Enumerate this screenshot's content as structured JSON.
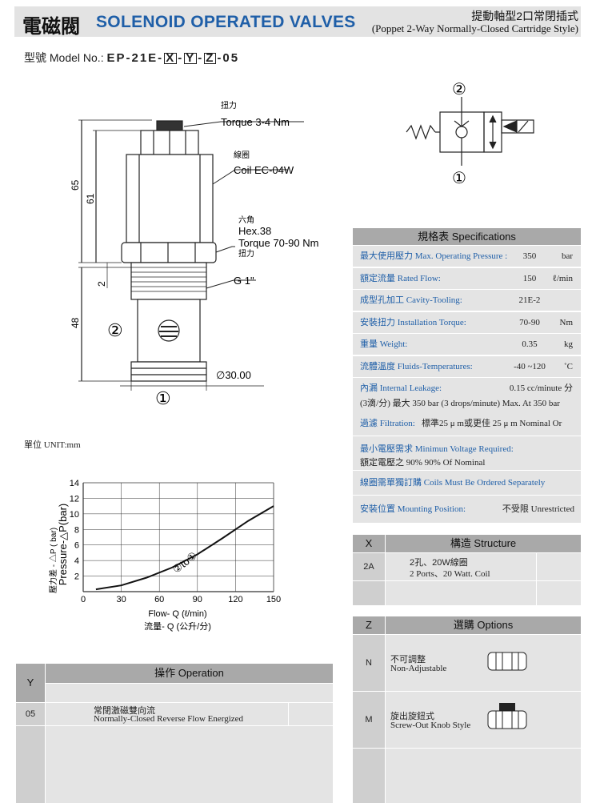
{
  "header": {
    "title_cn": "電磁閥",
    "title_en": "SOLENOID OPERATED VALVES",
    "subtitle_cn": "提動軸型2口常閉插式",
    "subtitle_en": "(Poppet 2-Way Normally-Closed Cartridge Style)"
  },
  "model": {
    "label": "型號 Model No.:",
    "prefix": "EP-21E-",
    "x": "X",
    "y": "Y",
    "z": "Z",
    "suffix": "-05"
  },
  "drawing": {
    "torque_cn": "扭力",
    "torque_en": "Torque 3-4 Nm",
    "coil_cn": "線圈",
    "coil_en": "Coil EC-04W",
    "hex_cn": "六角",
    "hex_en": "Hex.38",
    "hex_torque_en": "Torque 70-90 Nm",
    "hex_torque_cn": "扭力",
    "thread": "G 1\"",
    "diameter": "∅30.00",
    "dim_65": "65",
    "dim_61": "61",
    "dim_2": "2",
    "dim_48": "48",
    "port2": "②",
    "port1": "①"
  },
  "symbol": {
    "port2": "②",
    "port1": "①"
  },
  "unit_label": "單位 UNIT:mm",
  "chart_data": {
    "type": "line",
    "ylabel_cn": "壓力差 - △P ( bar)",
    "ylabel_en": "Pressure-△P(bar)",
    "xlabel_en": "Flow- Q (ℓ/min)",
    "xlabel_cn": "流量- Q (公升/分)",
    "annotation": "②to①",
    "xlim": [
      0,
      150
    ],
    "ylim": [
      0,
      14
    ],
    "x_ticks": [
      "0",
      "30",
      "60",
      "90",
      "120",
      "150"
    ],
    "y_ticks": [
      "2",
      "4",
      "6",
      "8",
      "10",
      "12",
      "14"
    ],
    "series": [
      {
        "x": [
          10,
          30,
          50,
          70,
          90,
          110,
          130,
          150
        ],
        "y": [
          0.3,
          0.8,
          1.8,
          3.1,
          4.8,
          6.9,
          9.1,
          11.0
        ]
      }
    ]
  },
  "specs": {
    "title": "規格表 Specifications",
    "rows": [
      {
        "label": "最大使用壓力 Max. Operating Pressure :",
        "value": "350",
        "unit": "bar"
      },
      {
        "label": "額定流量 Rated Flow:",
        "value": "150",
        "unit": "ℓ/min"
      },
      {
        "label": "成型孔加工 Cavity-Tooling:",
        "value": "21E-2",
        "unit": ""
      },
      {
        "label": "安裝扭力 Installation Torque:",
        "value": "70-90",
        "unit": "Nm"
      },
      {
        "label": "重量 Weight:",
        "value": "0.35",
        "unit": "kg"
      },
      {
        "label": "流體溫度 Fluids-Temperatures:",
        "value": "-40 ~120",
        "unit": "˚C"
      }
    ],
    "leakage_label": "內漏 Internal Leakage:",
    "leakage_value": "0.15 cc/minute 分",
    "leakage_line2": "(3滴/分) 最大 350 bar   (3 drops/minute) Max. At 350 bar",
    "filtration_label": "過濾 Filtration:",
    "filtration_value": "標準25 μ m或更佳 25 μ m Nominal Or Better",
    "voltage_label": "最小電壓需求 Minimun Voltage Required:",
    "voltage_value": "額定電壓之 90%      90% Of Nominal",
    "coils_note": "線圈需單獨訂購 Coils Must Be Ordered Separately",
    "mounting_label": "安裝位置 Mounting Position:",
    "mounting_value": "不受限  Unrestricted"
  },
  "structure": {
    "key": "X",
    "title": "構造 Structure",
    "code": "2A",
    "desc_cn": "2孔、20W線圈",
    "desc_en": "2 Ports、20 Watt. Coil"
  },
  "operation": {
    "key": "Y",
    "title": "操作 Operation",
    "code": "05",
    "desc_cn": "常閉激磁雙向流",
    "desc_en": "Normally-Closed Reverse Flow Energized"
  },
  "options": {
    "key": "Z",
    "title": "選購 Options",
    "items": [
      {
        "code": "N",
        "cn": "不可調整",
        "en": "Non-Adjustable"
      },
      {
        "code": "M",
        "cn": "旋出旋鈕式",
        "en": "Screw-Out Knob Style"
      }
    ]
  }
}
